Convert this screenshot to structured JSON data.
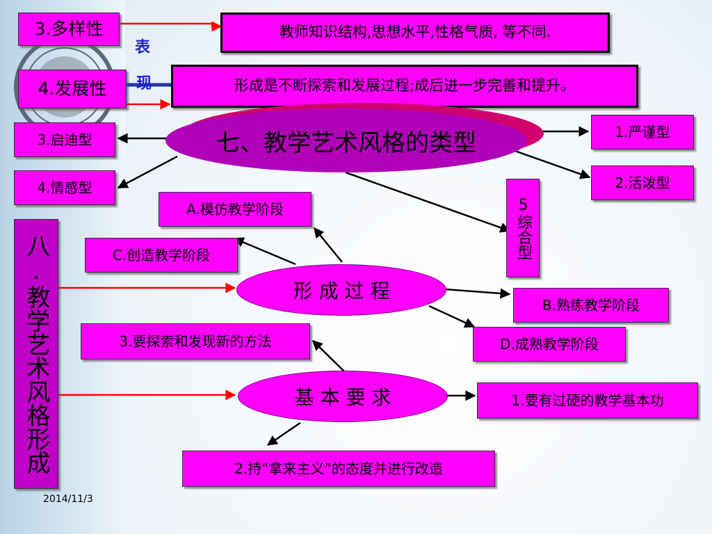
{
  "colors": {
    "box_fill": "#ff00ff",
    "oval_fill": "#ff00ff",
    "title_oval_fill": "#b000b8",
    "red_arrow": "#ff0000",
    "black_arrow": "#000000",
    "blue_text": "#2222cc"
  },
  "icons": {
    "logo": "university-seal-icon"
  },
  "top": {
    "diversity_label": "3.多样性",
    "development_label": "4.发展性",
    "biao": "表",
    "xian": "现",
    "diversity_desc": "教师知识结构,思想水平,性格气质, 等不同.",
    "development_desc": "形成是不断探索和发展过程;成后进一步完善和提升。"
  },
  "section7": {
    "title": "七、教学艺术风格的类型",
    "types": [
      "3.启迪型",
      "4.情感型",
      "1.严谨型",
      "2.活泼型",
      "5综合型"
    ]
  },
  "section8": {
    "title": "八.教学艺术风格形成",
    "process": {
      "title": "形 成 过 程",
      "stages": [
        "A.模仿教学阶段",
        "C.创造教学阶段",
        "B.熟练教学阶段",
        "D.成熟教学阶段"
      ]
    },
    "requirements": {
      "title": "基 本 要 求",
      "items": [
        "3.要探索和发现新的方法",
        "1.要有过硬的教学基本功",
        "2.持“拿来主义”的态度并进行改造"
      ]
    }
  },
  "footer": {
    "date": "2014/11/3"
  }
}
